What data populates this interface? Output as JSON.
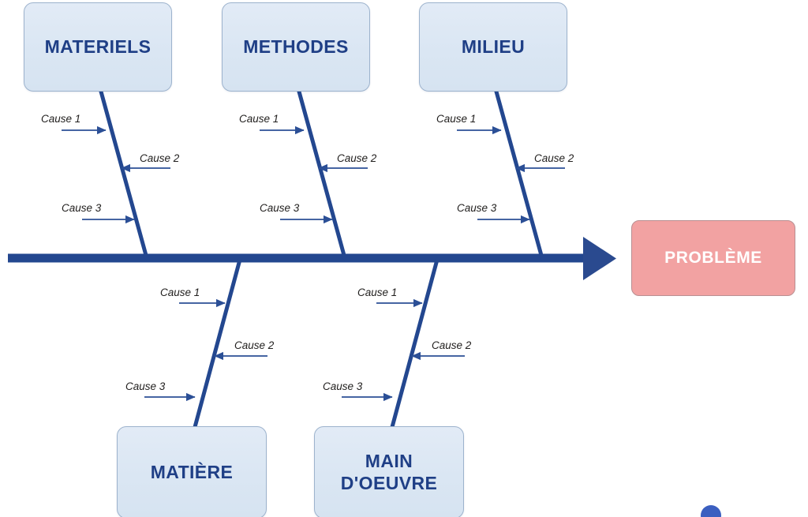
{
  "diagram": {
    "type": "ishikawa-fishbone",
    "title_text": "",
    "colors": {
      "spine": "#23478f",
      "rib": "#23478f",
      "arrow_thin": "#2b4f96",
      "category_fill": "#dce7f3",
      "category_border": "#9db3cd",
      "category_text": "#1f3f86",
      "problem_fill": "#f2a2a2",
      "problem_border": "#b98f92",
      "problem_text": "#ffffff",
      "cause_text": "#22201f",
      "background": "#ffffff",
      "corner_dot": "#3b5fc0"
    },
    "effect": {
      "label": "PROBLÈME"
    },
    "categories": [
      {
        "id": "materiels",
        "label": "MATERIELS",
        "position": "top",
        "causes": [
          {
            "label": "Cause 1",
            "arrow": "right"
          },
          {
            "label": "Cause 2",
            "arrow": "left"
          },
          {
            "label": "Cause 3",
            "arrow": "right"
          }
        ]
      },
      {
        "id": "methodes",
        "label": "METHODES",
        "position": "top",
        "causes": [
          {
            "label": "Cause 1",
            "arrow": "right"
          },
          {
            "label": "Cause 2",
            "arrow": "left"
          },
          {
            "label": "Cause 3",
            "arrow": "right"
          }
        ]
      },
      {
        "id": "milieu",
        "label": "MILIEU",
        "position": "top",
        "causes": [
          {
            "label": "Cause 1",
            "arrow": "right"
          },
          {
            "label": "Cause 2",
            "arrow": "left"
          },
          {
            "label": "Cause 3",
            "arrow": "right"
          }
        ]
      },
      {
        "id": "matiere",
        "label": "MATIÈRE",
        "position": "bottom",
        "causes": [
          {
            "label": "Cause 1",
            "arrow": "right"
          },
          {
            "label": "Cause 2",
            "arrow": "left"
          },
          {
            "label": "Cause 3",
            "arrow": "right"
          }
        ]
      },
      {
        "id": "main-oeuvre",
        "label": "MAIN\nD'OEUVRE",
        "position": "bottom",
        "causes": [
          {
            "label": "Cause 1",
            "arrow": "right"
          },
          {
            "label": "Cause 2",
            "arrow": "left"
          },
          {
            "label": "Cause 3",
            "arrow": "right"
          }
        ]
      }
    ]
  }
}
